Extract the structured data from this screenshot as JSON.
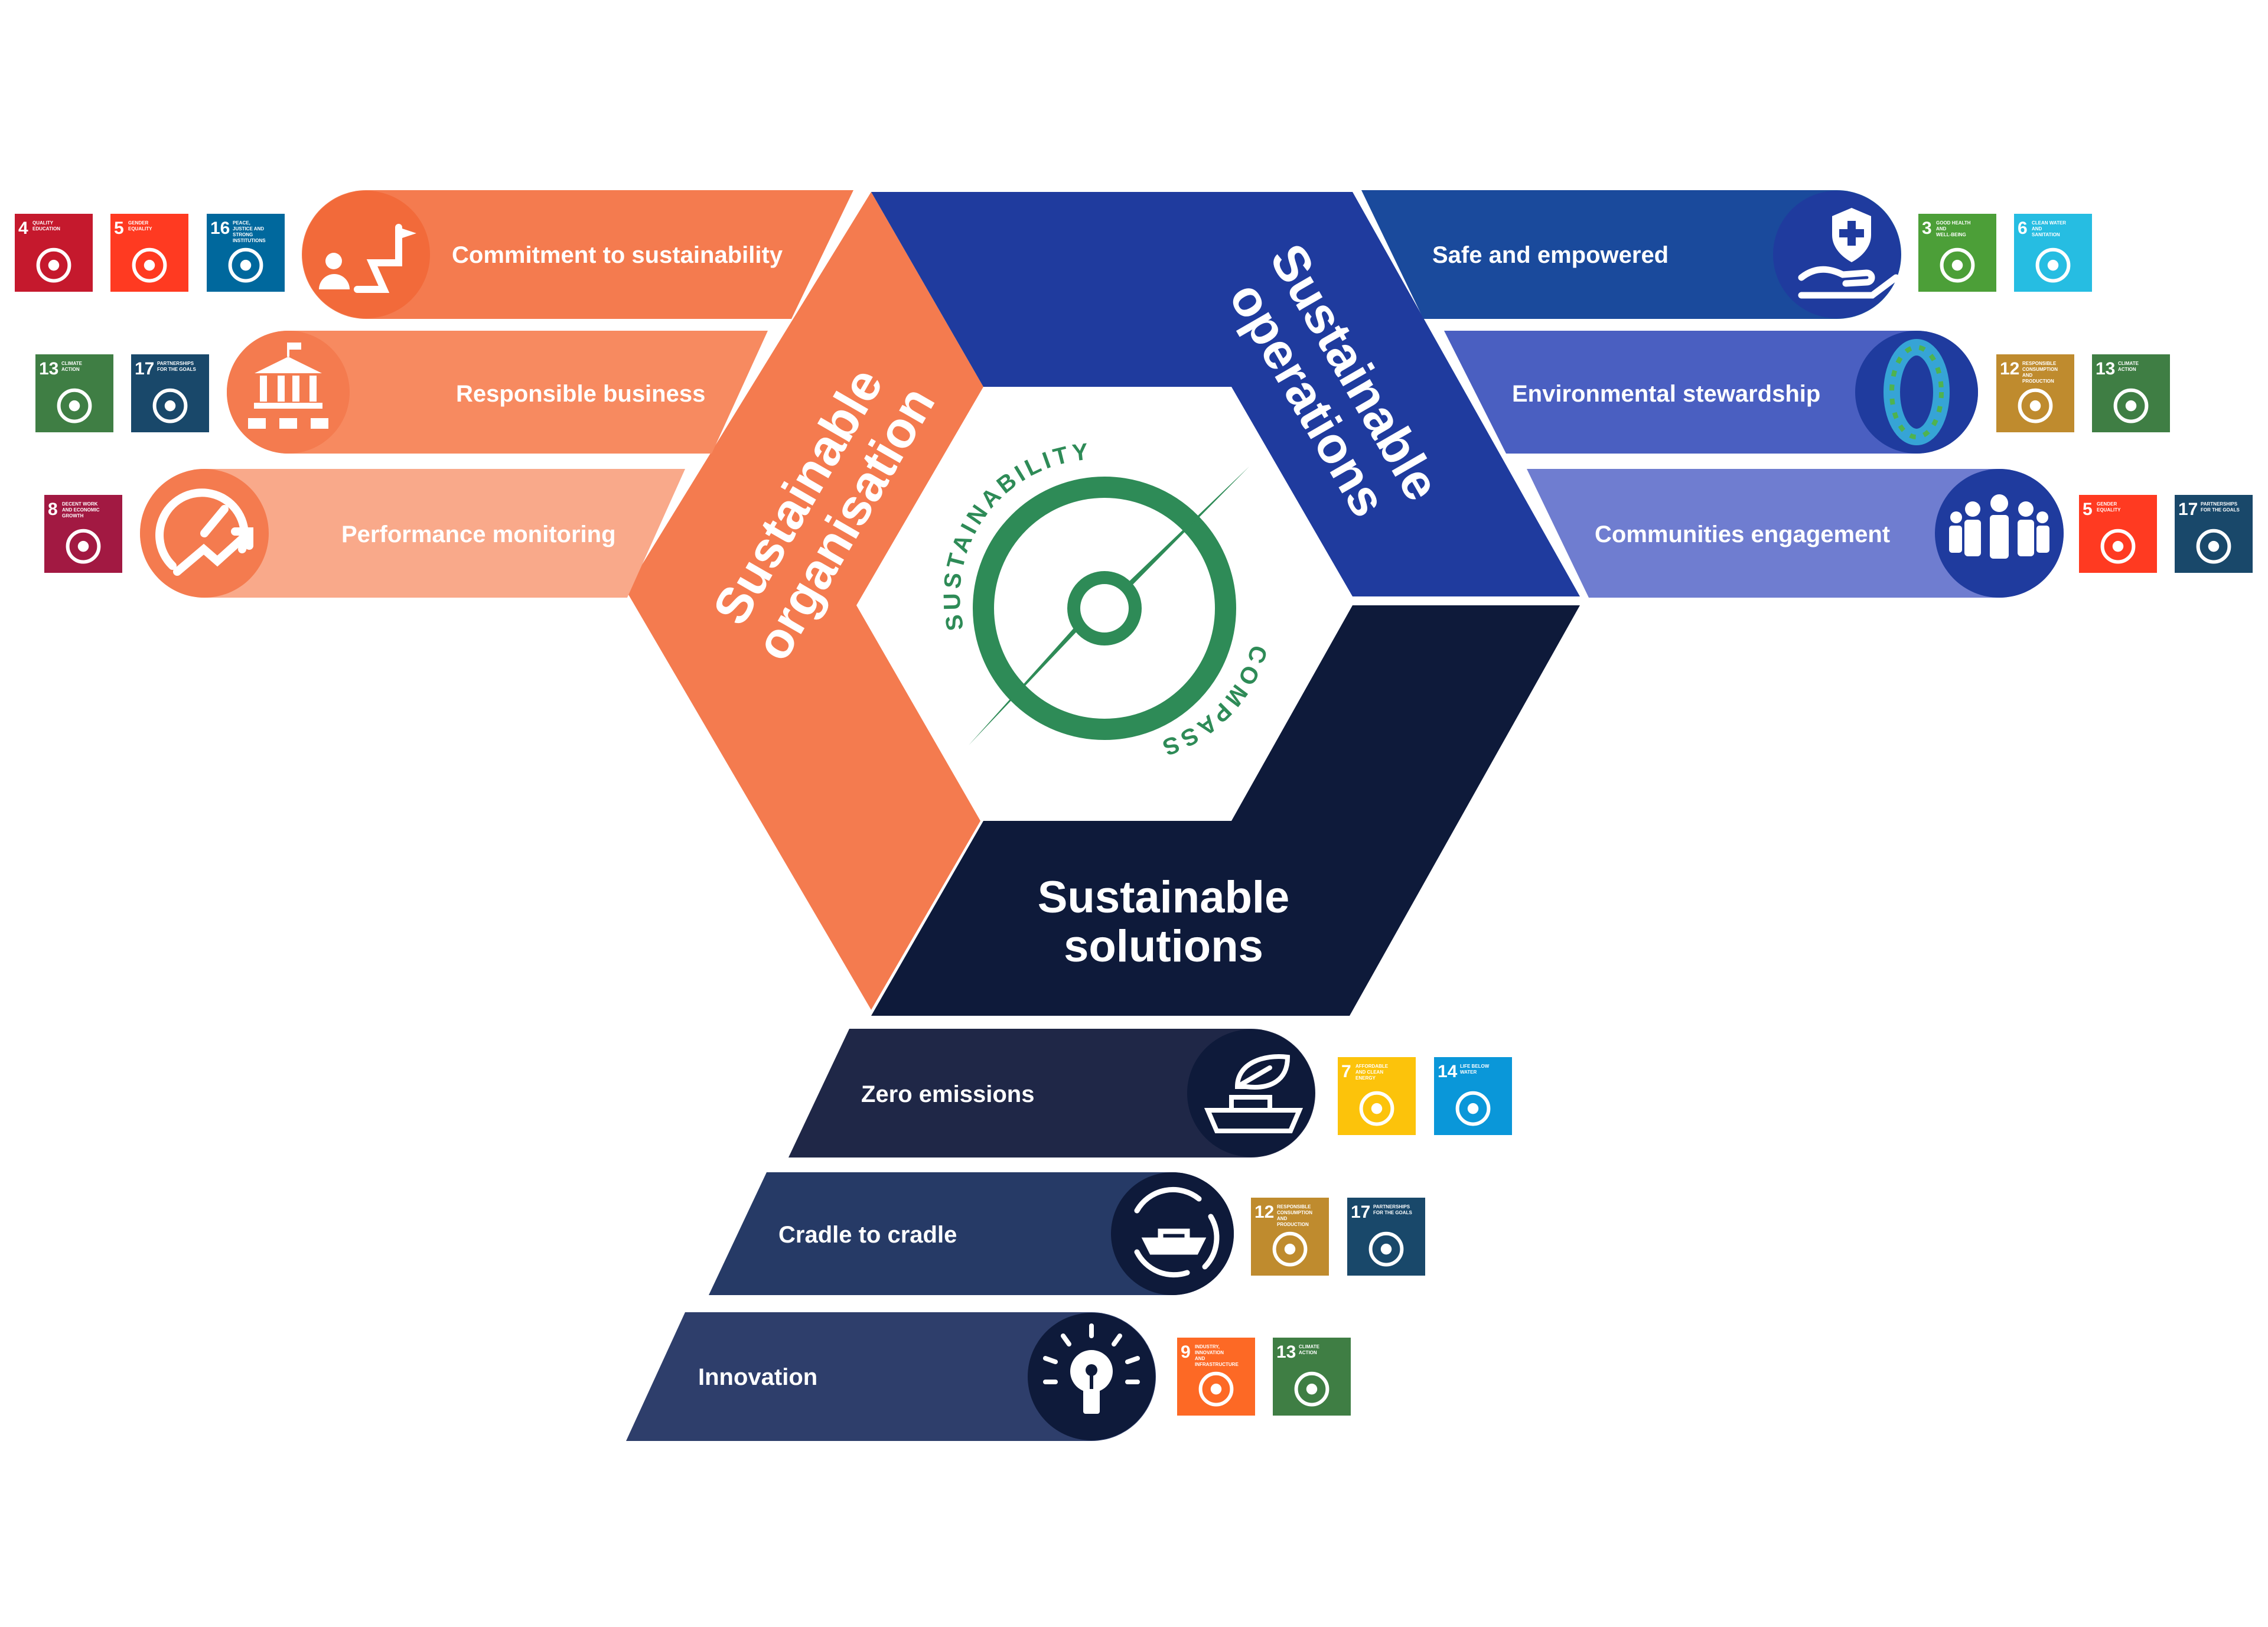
{
  "colors": {
    "organisation": "#f47b4f",
    "operations": "#1f3b9e",
    "solutions": "#0e1a3a",
    "compass_green": "#2e8b57"
  },
  "pillars": {
    "organisation": {
      "line1": "Sustainable",
      "line2": "organisation"
    },
    "operations": {
      "line1": "Sustainable",
      "line2": "operations"
    },
    "solutions": {
      "line1": "Sustainable",
      "line2": "solutions"
    }
  },
  "compass": {
    "top_text": "SUSTAINABILITY",
    "bottom_text": "COMPASS"
  },
  "items": {
    "commitment": {
      "label": "Commitment to sustainability",
      "icon": "person-flag-path-icon",
      "sdgs": [
        {
          "num": "4",
          "title": "QUALITY EDUCATION",
          "color": "#c5192d"
        },
        {
          "num": "5",
          "title": "GENDER EQUALITY",
          "color": "#ff3a21"
        },
        {
          "num": "16",
          "title": "PEACE, JUSTICE AND STRONG INSTITUTIONS",
          "color": "#00689d"
        }
      ]
    },
    "responsible": {
      "label": "Responsible business",
      "icon": "institution-building-icon",
      "sdgs": [
        {
          "num": "13",
          "title": "CLIMATE ACTION",
          "color": "#3f7e44"
        },
        {
          "num": "17",
          "title": "PARTNERSHIPS FOR THE GOALS",
          "color": "#19486a"
        }
      ]
    },
    "performance": {
      "label": "Performance monitoring",
      "icon": "speedometer-growth-icon",
      "sdgs": [
        {
          "num": "8",
          "title": "DECENT WORK AND ECONOMIC GROWTH",
          "color": "#a21942"
        }
      ]
    },
    "safe": {
      "label": "Safe and empowered",
      "icon": "hand-shield-icon",
      "sdgs": [
        {
          "num": "3",
          "title": "GOOD HEALTH AND WELL-BEING",
          "color": "#4c9f38"
        },
        {
          "num": "6",
          "title": "CLEAN WATER AND SANITATION",
          "color": "#26bde2"
        }
      ]
    },
    "environmental": {
      "label": "Environmental stewardship",
      "icon": "zero-icon",
      "sdgs": [
        {
          "num": "12",
          "title": "RESPONSIBLE CONSUMPTION AND PRODUCTION",
          "color": "#bf8b2e"
        },
        {
          "num": "13",
          "title": "CLIMATE ACTION",
          "color": "#3f7e44"
        }
      ]
    },
    "communities": {
      "label": "Communities engagement",
      "icon": "people-group-icon",
      "sdgs": [
        {
          "num": "5",
          "title": "GENDER EQUALITY",
          "color": "#ff3a21"
        },
        {
          "num": "17",
          "title": "PARTNERSHIPS FOR THE GOALS",
          "color": "#19486a"
        }
      ]
    },
    "zero": {
      "label": "Zero emissions",
      "icon": "leaf-ship-icon",
      "sdgs": [
        {
          "num": "7",
          "title": "AFFORDABLE AND CLEAN ENERGY",
          "color": "#fcc30b"
        },
        {
          "num": "14",
          "title": "LIFE BELOW WATER",
          "color": "#0a97d9"
        }
      ]
    },
    "cradle": {
      "label": "Cradle to cradle",
      "icon": "ship-cycle-icon",
      "sdgs": [
        {
          "num": "12",
          "title": "RESPONSIBLE CONSUMPTION AND PRODUCTION",
          "color": "#bf8b2e"
        },
        {
          "num": "17",
          "title": "PARTNERSHIPS FOR THE GOALS",
          "color": "#19486a"
        }
      ]
    },
    "innovation": {
      "label": "Innovation",
      "icon": "lightbulb-icon",
      "sdgs": [
        {
          "num": "9",
          "title": "INDUSTRY, INNOVATION AND INFRASTRUCTURE",
          "color": "#fd6925"
        },
        {
          "num": "13",
          "title": "CLIMATE ACTION",
          "color": "#3f7e44"
        }
      ]
    }
  }
}
